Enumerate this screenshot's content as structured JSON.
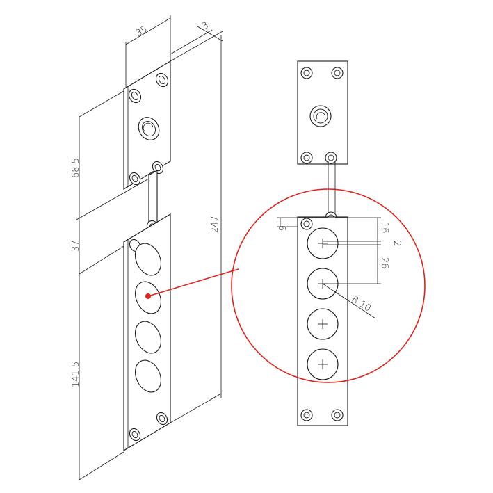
{
  "dimensions": {
    "width": "35",
    "thickness": "3",
    "top_height": "68,5",
    "gap": "37",
    "bottom_height": "141,5",
    "total_length": "247"
  },
  "detail_dimensions": {
    "offset": "6",
    "pitch_first": "16",
    "step": "2",
    "pitch": "26",
    "radius": "R 10"
  },
  "colors": {
    "line": "#1a1a1a",
    "detail": "#e2231a"
  }
}
